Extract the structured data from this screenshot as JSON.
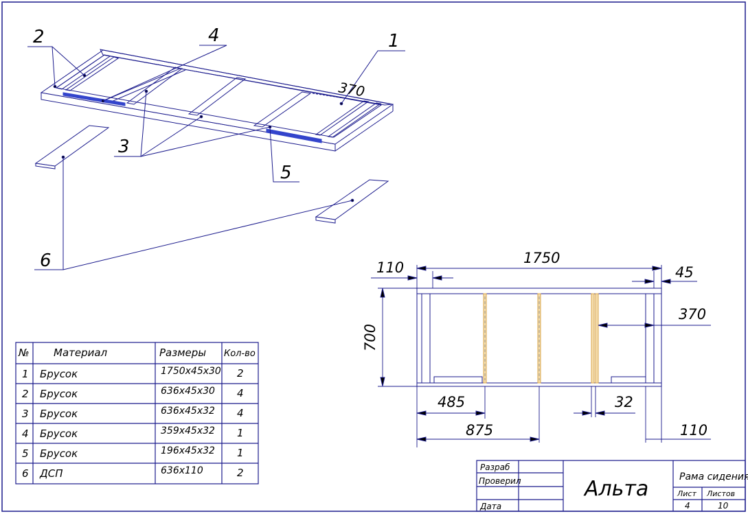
{
  "callouts": {
    "c1": "1",
    "c2": "2",
    "c3": "3",
    "c4": "4",
    "c5": "5",
    "c6": "6",
    "iso_dim": "370"
  },
  "dims": {
    "left_top": "110",
    "overall": "1750",
    "right_top": "45",
    "inner": "370",
    "height": "700",
    "d485": "485",
    "d32": "32",
    "d875": "875",
    "right_bottom": "110"
  },
  "table": {
    "headers": [
      "№",
      "Материал",
      "Размеры",
      "Кол-во"
    ],
    "rows": [
      [
        "1",
        "Брусок",
        "1750х45х30",
        "2"
      ],
      [
        "2",
        "Брусок",
        "636х45х30",
        "4"
      ],
      [
        "3",
        "Брусок",
        "636х45х32",
        "4"
      ],
      [
        "4",
        "Брусок",
        "359х45х32",
        "1"
      ],
      [
        "5",
        "Брусок",
        "196х45х32",
        "1"
      ],
      [
        "6",
        "ДСП",
        "636х110",
        "2"
      ]
    ]
  },
  "title_block": {
    "razrab": "Разраб",
    "proveril": "Проверил",
    "data": "Дата",
    "name": "Альта",
    "part": "Рама сидения",
    "list_label": "Лист",
    "listov_label": "Листов",
    "list_value": "4",
    "listov_value": "10"
  },
  "colors": {
    "line": "#1a1a8c",
    "accent": "#3344cc",
    "wood": "#d9a64a"
  }
}
